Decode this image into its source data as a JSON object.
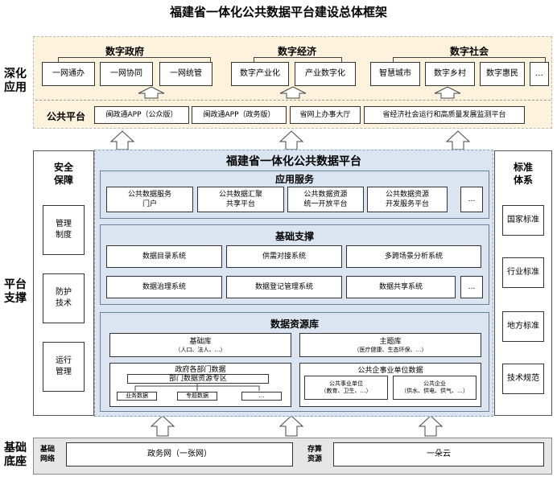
{
  "title": "福建省一体化公共数据平台建设总体框架",
  "layers": {
    "deep_app": "深化应用",
    "platform": "平台支撑",
    "base": "基础底座"
  },
  "deep_app": {
    "groups": [
      {
        "title": "数字政府",
        "items": [
          "一网通办",
          "一网协同",
          "一网统管"
        ]
      },
      {
        "title": "数字经济",
        "items": [
          "数字产业化",
          "产业数字化"
        ]
      },
      {
        "title": "数字社会",
        "items": [
          "智慧城市",
          "数字乡村",
          "数字惠民",
          "…"
        ]
      }
    ],
    "public_platform": {
      "label": "公共平台",
      "items": [
        "闽政通APP（公众版）",
        "闽政通APP（政务版）",
        "省网上办事大厅",
        "省经济社会运行和高质量发展监测平台"
      ]
    }
  },
  "security": {
    "title": "安全\n保障",
    "items": [
      "管理\n制度",
      "防护\n技术",
      "运行\n管理"
    ]
  },
  "standards": {
    "title": "标准\n体系",
    "items": [
      "国家标准",
      "行业标准",
      "地方标准",
      "技术规范"
    ]
  },
  "platform": {
    "title": "福建省一体化公共数据平台",
    "app_service": {
      "title": "应用服务",
      "items": [
        "公共数据服务\n门户",
        "公共数据汇聚\n共享平台",
        "公共数据资源\n统一开放平台",
        "公共数据资源\n开发服务平台",
        "…"
      ]
    },
    "basic_support": {
      "title": "基础支撑",
      "row1": [
        "数据目录系统",
        "供需对接系统",
        "多跨场景分析系统"
      ],
      "row2": [
        "数据治理系统",
        "数据登记管理系统",
        "数据共享系统",
        "…"
      ]
    },
    "data_resource": {
      "title": "数据资源库",
      "basic_db": {
        "title": "基础库",
        "sub": "（人口、法人、…）"
      },
      "theme_db": {
        "title": "主题库",
        "sub": "（医疗健康、生态环保、…）"
      },
      "dept_data": {
        "title": "政府各部门数据",
        "zone": "部门数据资源专区",
        "items": [
          "业务数据",
          "专题数据",
          "…"
        ]
      },
      "public_data": {
        "title": "公共企事业单位数据",
        "units": [
          {
            "title": "公共事业单位",
            "sub": "（教育、卫生、…）"
          },
          {
            "title": "公共企业",
            "sub": "（供水、供电、供气、…）"
          }
        ]
      }
    }
  },
  "base": {
    "net_label": "基础\n网络",
    "net_value": "政务网（一张网）",
    "storage_label": "存算\n资源",
    "storage_value": "一朵云"
  }
}
